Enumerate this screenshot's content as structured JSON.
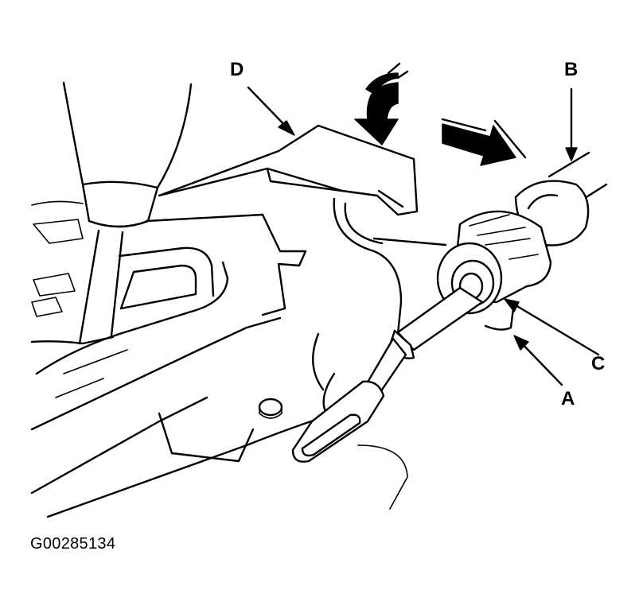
{
  "labels": {
    "a": "A",
    "b": "B",
    "c": "C",
    "d": "D"
  },
  "figure_code": "G00285134"
}
